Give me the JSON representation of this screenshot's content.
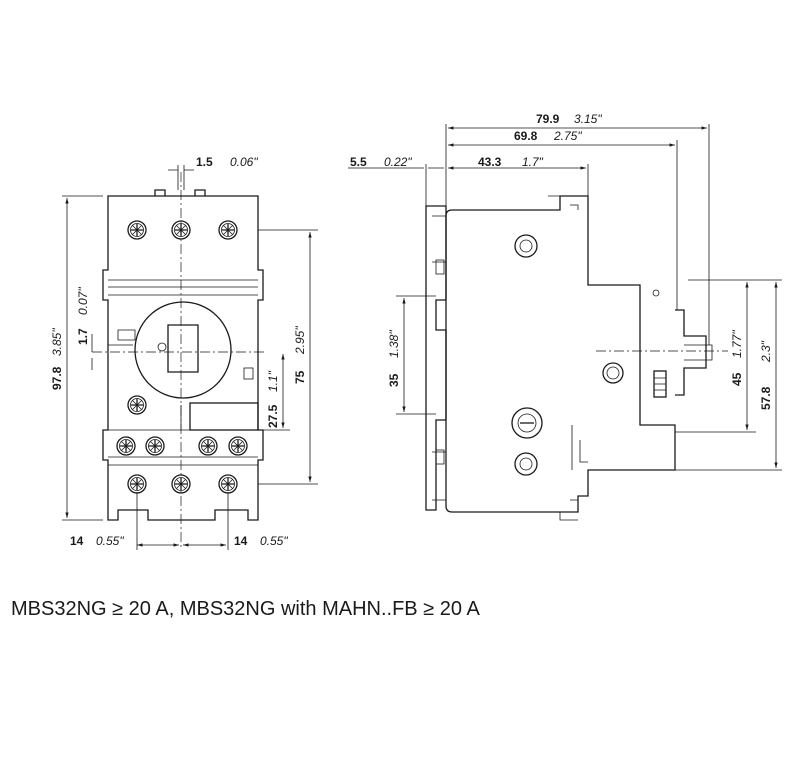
{
  "caption": "MBS32NG ≥ 20 A, MBS32NG with MAHN..FB ≥ 20 A",
  "front_view": {
    "dim_top_mm": "1.5",
    "dim_top_in": "0.06\"",
    "dim_height_mm": "97.8",
    "dim_height_in": "3.85\"",
    "dim_small_mm": "1.7",
    "dim_small_in": "0.07\"",
    "dim_right_mm": "75",
    "dim_right_in": "2.95\"",
    "dim_lower_mm": "27.5",
    "dim_lower_in": "1.1\"",
    "dim_bottom_left_mm": "14",
    "dim_bottom_left_in": "0.55\"",
    "dim_bottom_right_mm": "14",
    "dim_bottom_right_in": "0.55\""
  },
  "side_view": {
    "dim_total_mm": "79.9",
    "dim_total_in": "3.15\"",
    "dim_mid_mm": "69.8",
    "dim_mid_in": "2.75\"",
    "dim_body_mm": "43.3",
    "dim_body_in": "1.7\"",
    "dim_offset_mm": "5.5",
    "dim_offset_in": "0.22\"",
    "dim_rail_mm": "35",
    "dim_rail_in": "1.38\"",
    "dim_right_mm": "45",
    "dim_right_in": "1.77\"",
    "dim_far_mm": "57.8",
    "dim_far_in": "2.3\""
  }
}
